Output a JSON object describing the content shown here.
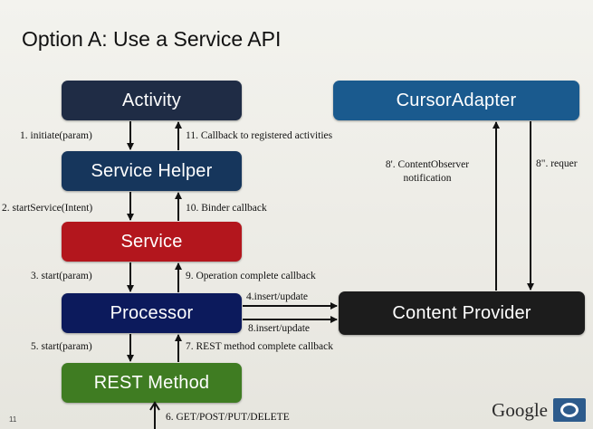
{
  "slide": {
    "title": "Option A: Use a Service API",
    "number": "11",
    "brand": "Google"
  },
  "boxes": {
    "activity": "Activity",
    "service_helper": "Service Helper",
    "service": "Service",
    "processor": "Processor",
    "rest_method": "REST Method",
    "cursor_adapter": "CursorAdapter",
    "content_provider": "Content Provider"
  },
  "labels": {
    "initiate": "1. initiate(param)",
    "callback_registered": "11. Callback to registered activities",
    "start_service": "2. startService(Intent)",
    "binder_callback": "10. Binder callback",
    "start_param_3": "3. start(param)",
    "operation_complete": "9. Operation complete callback",
    "insert_update_4": "4.insert/update",
    "insert_update_8": "8.insert/update",
    "start_param_5": "5. start(param)",
    "rest_complete": "7. REST method complete callback",
    "http_methods": "6. GET/POST/PUT/DELETE",
    "content_observer": "8'. ContentObserver notification",
    "requery": "8\". requer"
  },
  "colors": {
    "dark_navy": "#1f2c45",
    "navy": "#16365c",
    "red": "#b3161d",
    "deep_blue": "#0c1a5c",
    "green": "#3f7c22",
    "blue": "#1a5a8e",
    "black": "#1c1c1c",
    "io_blue": "#2d5b8c"
  }
}
